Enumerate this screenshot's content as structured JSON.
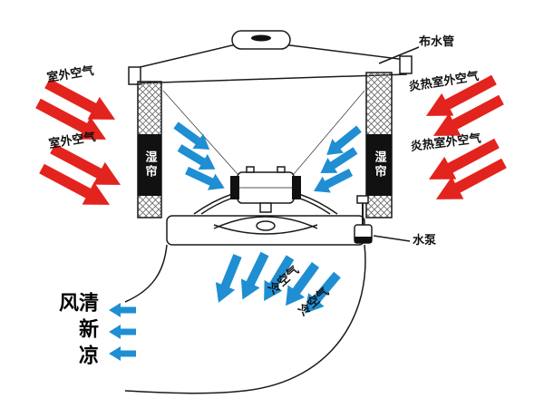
{
  "diagram": {
    "labels": {
      "water_distribution_pipe": "布水管",
      "water_pump": "水泵",
      "wet_curtain": "湿帘",
      "outdoor_air": "室外空气",
      "hot_outdoor_air": "炎热室外空气",
      "cold_air": "冷空气",
      "fresh_cool_wind": "清新凉风"
    },
    "colors": {
      "hot_air": "#e3231d",
      "cold_air": "#1f8ed2",
      "outline": "#1b1b1b"
    }
  }
}
